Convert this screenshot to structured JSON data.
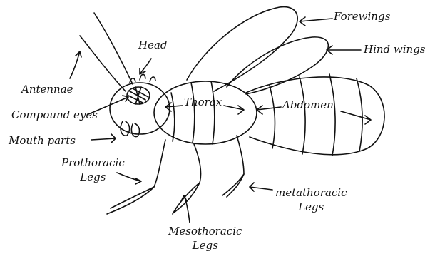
{
  "labels": {
    "head": "Head",
    "forewings": "Forewings",
    "hind_wings": "Hind wings",
    "antennae": "Antennae",
    "compound_eyes": "Compound eyes",
    "thorax": "Thorax",
    "abdomen": "Abdomen",
    "mouth_parts": "Mouth parts",
    "prothoracic": "Prothoracic",
    "prothoracic_legs": "Legs",
    "metathoracic": "metathoracic",
    "metathoracic_legs": "Legs",
    "mesothoracic": "Mesothoracic",
    "mesothoracic_legs": "Legs"
  },
  "colors": {
    "ink": "#111111",
    "background": "#ffffff"
  }
}
